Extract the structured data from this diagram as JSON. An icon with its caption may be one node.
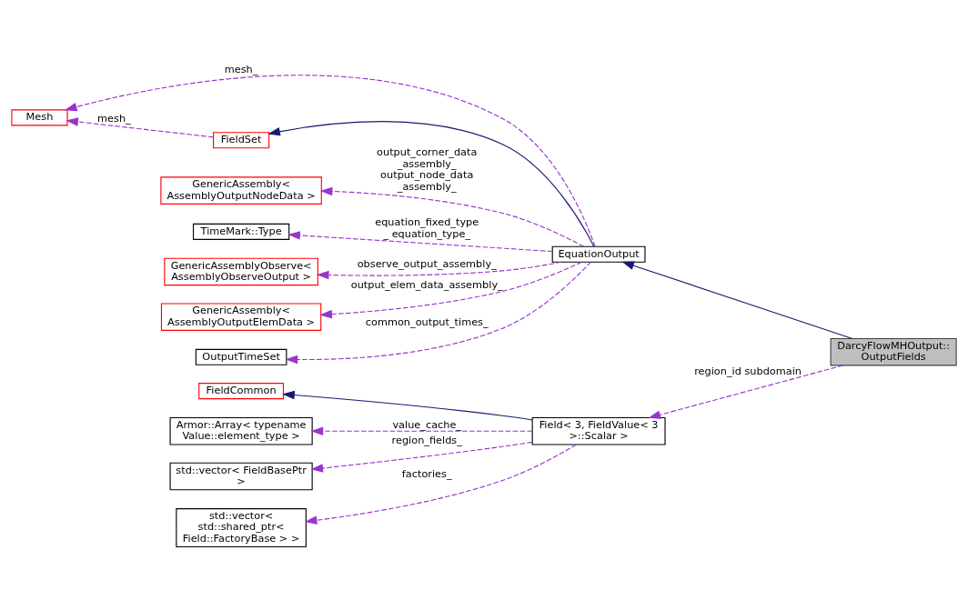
{
  "diagram": {
    "nodes": [
      {
        "text": [
          "Mesh"
        ]
      },
      {
        "text": [
          "FieldSet"
        ]
      },
      {
        "text": [
          "GenericAssembly< AssemblyOutputNodeData >"
        ]
      },
      {
        "text": [
          "TimeMark::Type"
        ]
      },
      {
        "text": [
          "GenericAssemblyObserve< AssemblyObserveOutput >"
        ]
      },
      {
        "text": [
          "GenericAssembly< AssemblyOutputElemData >"
        ]
      },
      {
        "text": [
          "OutputTimeSet"
        ]
      },
      {
        "text": [
          "FieldCommon"
        ]
      },
      {
        "text": [
          "Armor::Array< typename Value::element_type >"
        ]
      },
      {
        "text": [
          "std::vector< FieldBasePtr >"
        ]
      },
      {
        "text": [
          "std::vector< std::shared_ptr< Field::FactoryBase > >"
        ]
      },
      {
        "text": [
          "EquationOutput"
        ]
      },
      {
        "text": [
          "Field< 3, FieldValue< 3 >::Scalar >"
        ]
      },
      {
        "text": [
          "DarcyFlowMHOutput:: OutputFields"
        ]
      }
    ],
    "edges": [
      {
        "from": 11,
        "to": 0,
        "arrow": "to",
        "label": "mesh_",
        "style": "dashed"
      },
      {
        "from": 1,
        "to": 0,
        "arrow": "to",
        "label": "mesh_",
        "style": "dashed"
      },
      {
        "from": 11,
        "to": 1,
        "arrow": "to",
        "color": "#191970"
      },
      {
        "from": 11,
        "to": 2,
        "arrow": "to",
        "label": "output_corner_data _assembly_ output_node_data _assembly_",
        "style": "dashed"
      },
      {
        "from": 11,
        "to": 3,
        "arrow": "to",
        "label": "equation_fixed_type _ equation_type_",
        "style": "dashed"
      },
      {
        "from": 11,
        "to": 4,
        "arrow": "to",
        "label": "observe_output_assembly_",
        "style": "dashed"
      },
      {
        "from": 11,
        "to": 5,
        "arrow": "to",
        "label": "output_elem_data_assembly_",
        "style": "dashed"
      },
      {
        "from": 11,
        "to": 6,
        "arrow": "to",
        "label": "common_output_times_",
        "style": "dashed"
      },
      {
        "from": 13,
        "to": 11,
        "arrow": "to",
        "color": "#191970"
      },
      {
        "from": 13,
        "to": 12,
        "arrow": "to",
        "label": "region_id subdomain",
        "style": "dashed"
      },
      {
        "from": 12,
        "to": 7,
        "arrow": "to",
        "color": "#191970"
      },
      {
        "from": 12,
        "to": 8,
        "arrow": "to",
        "label": "value_cache_",
        "style": "dashed"
      },
      {
        "from": 12,
        "to": 9,
        "arrow": "to",
        "label": "region_fields_",
        "style": "dashed"
      },
      {
        "from": 12,
        "to": 10,
        "arrow": "to",
        "label": "factories_",
        "style": "dashed"
      }
    ]
  }
}
